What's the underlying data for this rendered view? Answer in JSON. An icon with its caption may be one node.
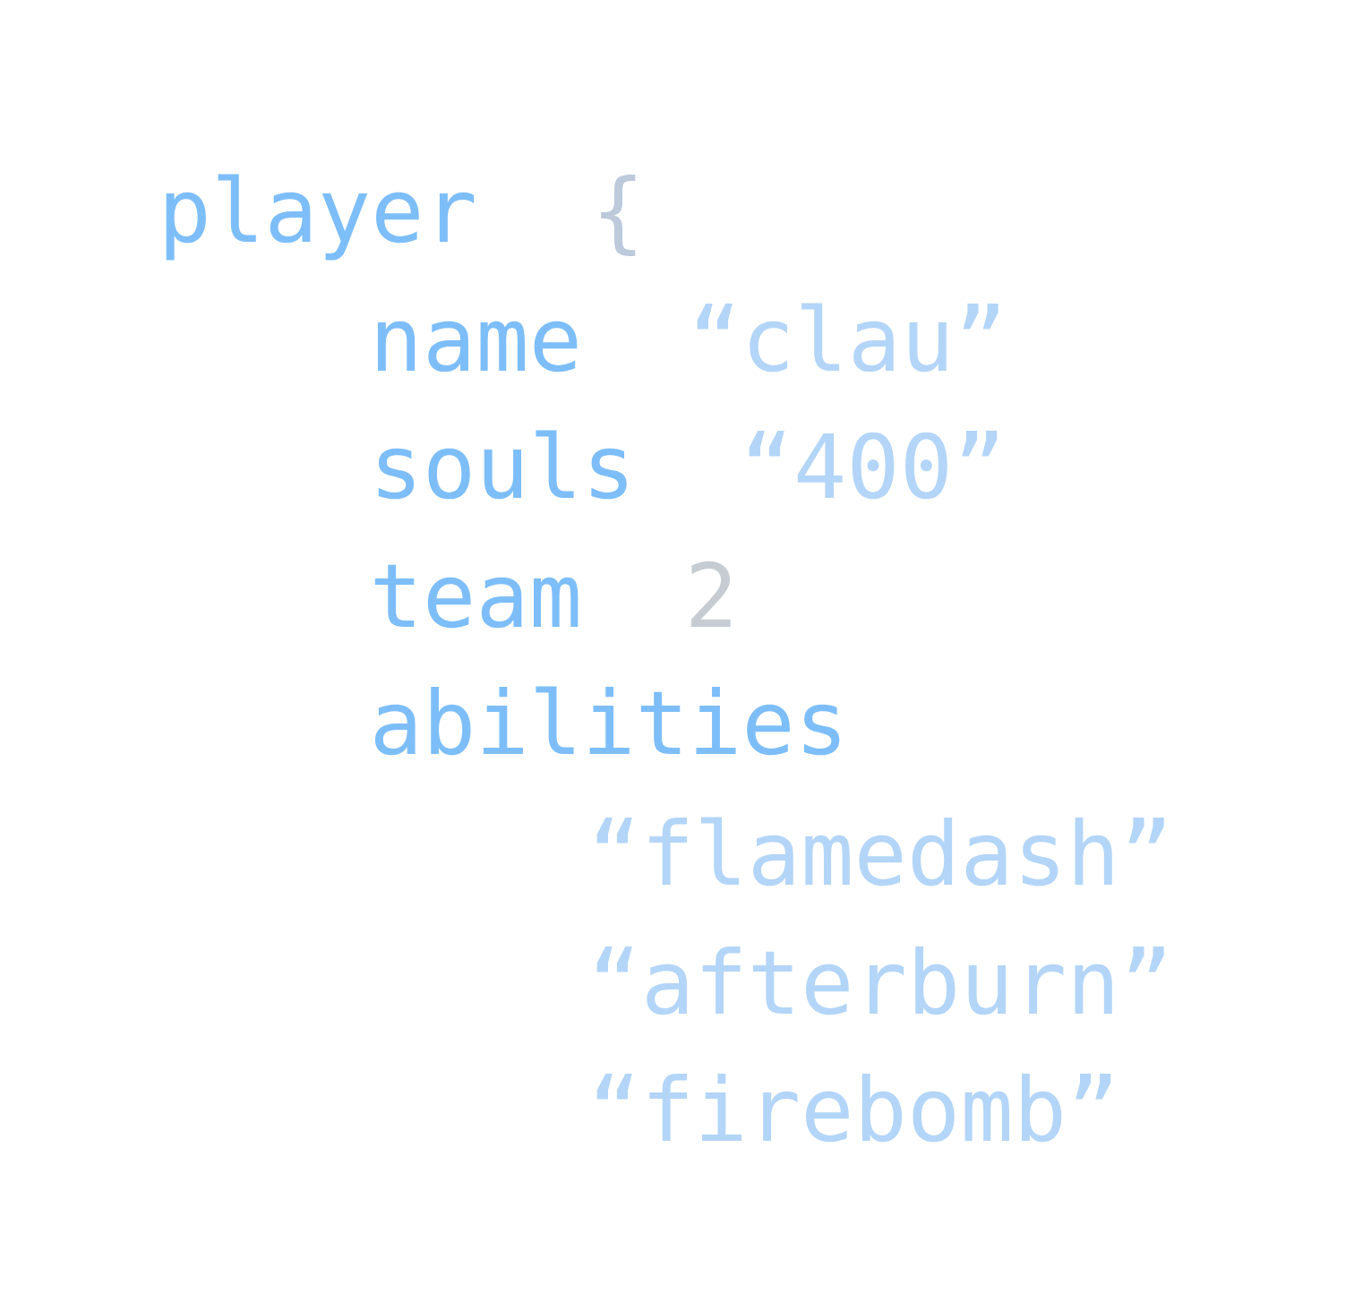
{
  "diagram": {
    "labels": [
      "player",
      "{",
      "name",
      "“clau”",
      "souls",
      "“400”",
      "team",
      "2",
      "abilities",
      "“flamedash”",
      "“afterburn”",
      "“firebomb”"
    ]
  }
}
